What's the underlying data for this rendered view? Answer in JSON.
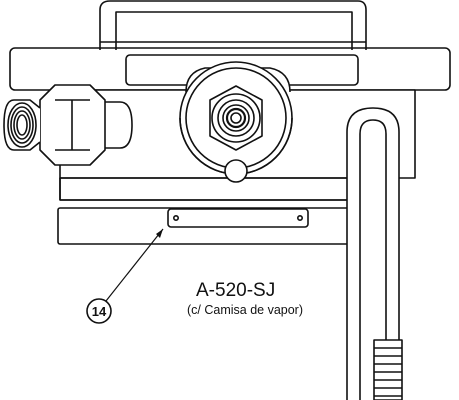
{
  "drawing": {
    "model": "A-520-SJ",
    "model_note": "(c/ Camisa de vapor)",
    "callout_number": "14"
  }
}
